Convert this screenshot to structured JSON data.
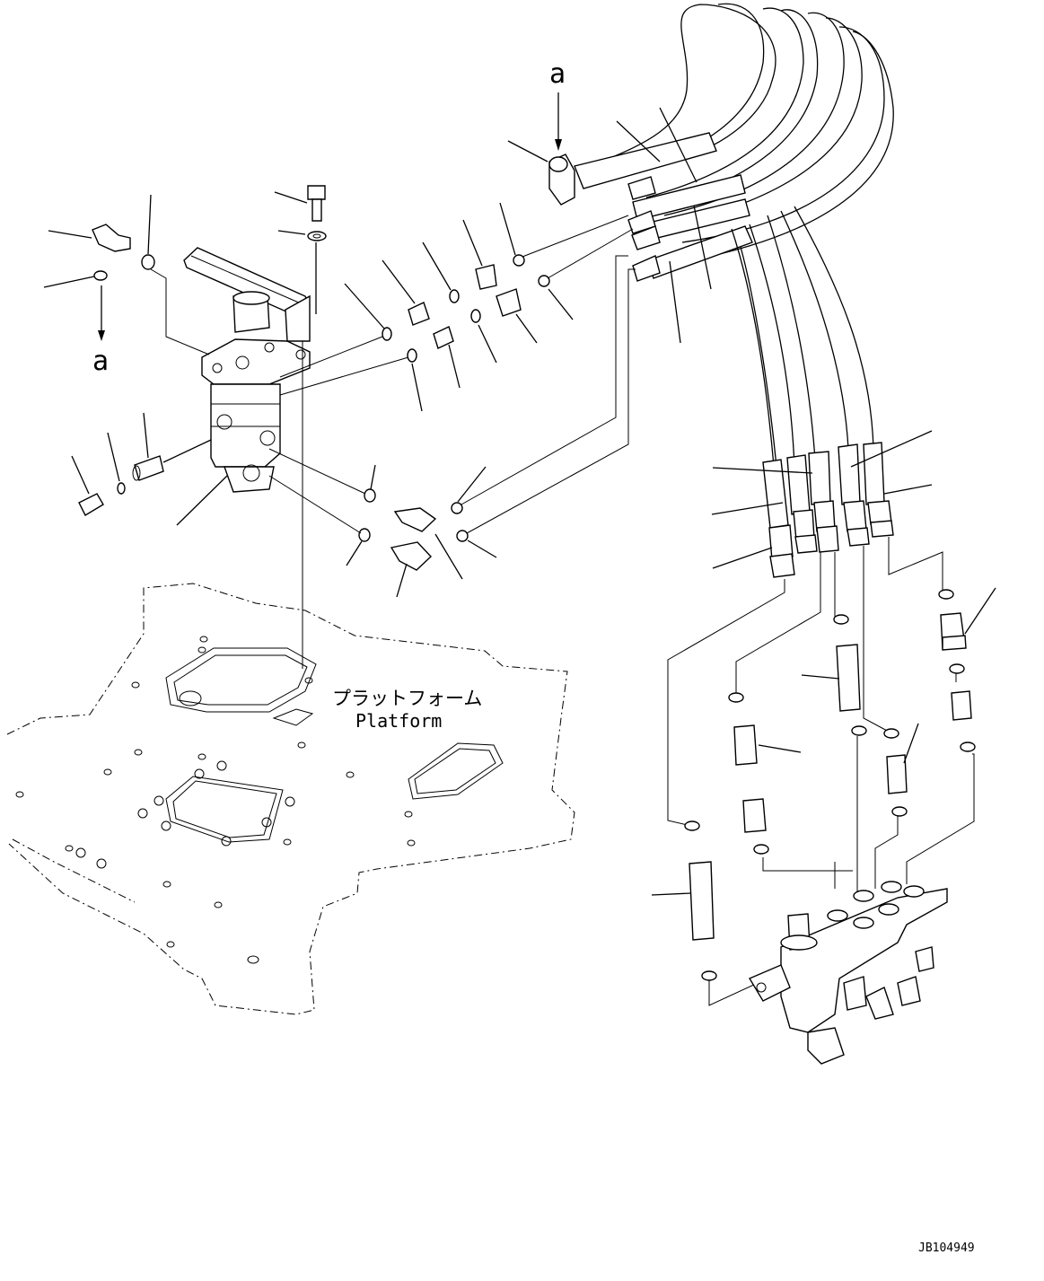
{
  "callouts": {
    "view_marker_top": "a",
    "view_marker_left": "a"
  },
  "platform": {
    "label_jp": "プラットフォーム",
    "label_en": "Platform"
  },
  "drawing_number": "JB104949"
}
